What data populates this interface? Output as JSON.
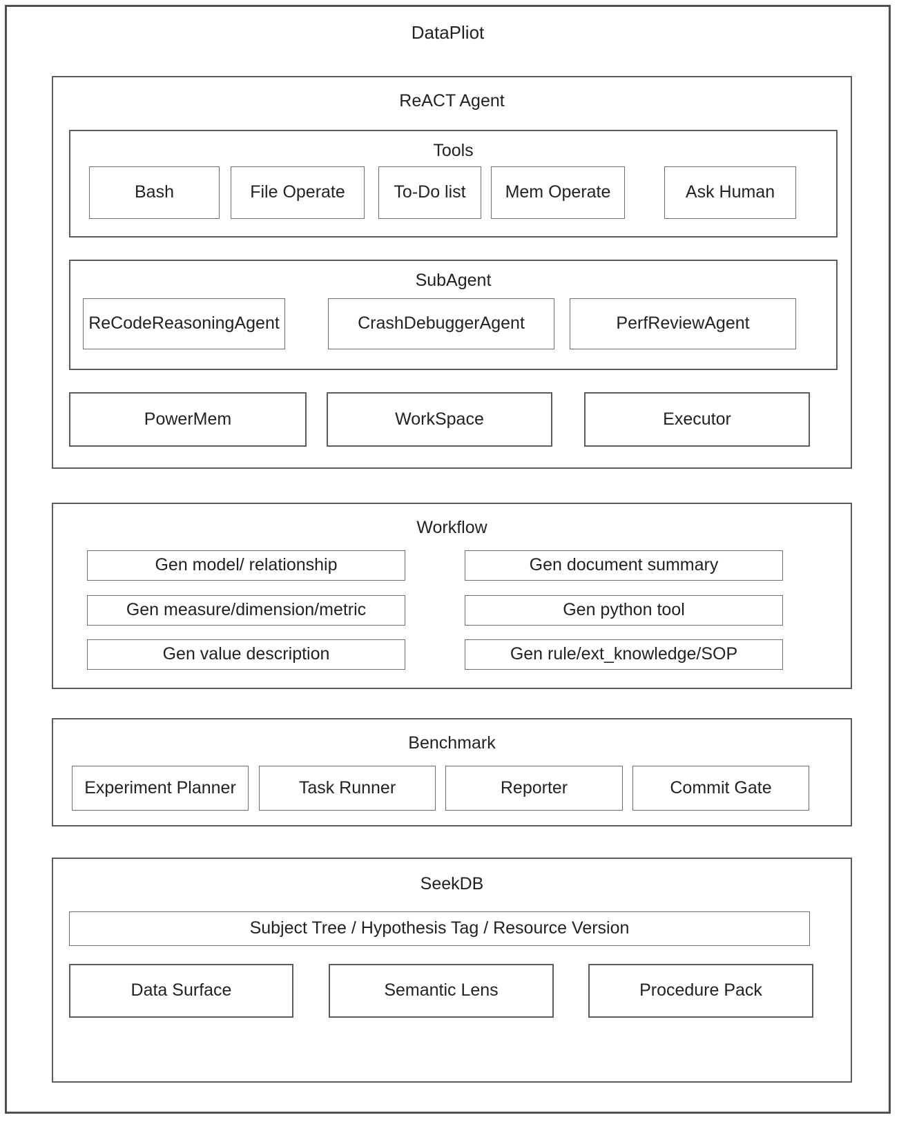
{
  "diagram": {
    "title": "DataPliot",
    "colors": {
      "frame_border": "#4f5255",
      "box_border": "#5a5d60",
      "inner_box_border": "#6b6e71",
      "text": "#222222",
      "background": "#ffffff"
    }
  },
  "react_agent": {
    "title": "ReACT Agent",
    "tools": {
      "title": "Tools",
      "items": [
        {
          "label": "Bash"
        },
        {
          "label": "File Operate"
        },
        {
          "label": "To-Do list"
        },
        {
          "label": "Mem Operate"
        },
        {
          "label": "Ask Human"
        }
      ]
    },
    "subagent": {
      "title": "SubAgent",
      "items": [
        {
          "label": "ReCodeReasoningAgent"
        },
        {
          "label": "CrashDebuggerAgent"
        },
        {
          "label": "PerfReviewAgent"
        }
      ]
    },
    "runtime": {
      "items": [
        {
          "label": "PowerMem"
        },
        {
          "label": "WorkSpace"
        },
        {
          "label": "Executor"
        }
      ]
    }
  },
  "workflow": {
    "title": "Workflow",
    "left_items": [
      {
        "label": "Gen model/ relationship"
      },
      {
        "label": "Gen measure/dimension/metric"
      },
      {
        "label": "Gen value description"
      }
    ],
    "right_items": [
      {
        "label": "Gen document summary"
      },
      {
        "label": "Gen python tool"
      },
      {
        "label": "Gen rule/ext_knowledge/SOP"
      }
    ]
  },
  "benchmark": {
    "title": "Benchmark",
    "items": [
      {
        "label": "Experiment Planner"
      },
      {
        "label": "Task Runner"
      },
      {
        "label": "Reporter"
      },
      {
        "label": "Commit Gate"
      }
    ]
  },
  "seekdb": {
    "title": "SeekDB",
    "banner": {
      "label": "Subject Tree / Hypothesis Tag / Resource Version"
    },
    "items": [
      {
        "label": "Data Surface"
      },
      {
        "label": "Semantic Lens"
      },
      {
        "label": "Procedure Pack"
      }
    ]
  }
}
